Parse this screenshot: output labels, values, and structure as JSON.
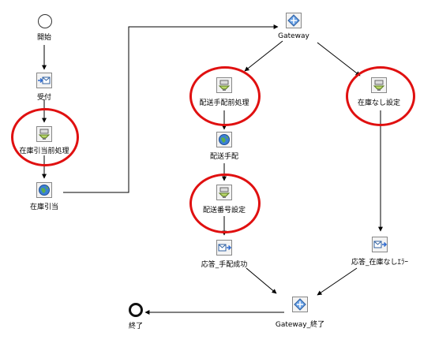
{
  "nodes": {
    "start": "開始",
    "receive": "受付",
    "stock_alloc_pre": "在庫引当前処理",
    "stock_alloc": "在庫引当",
    "gateway": "Gateway",
    "ship_pre": "配送手配前処理",
    "ship_arrange": "配送手配",
    "ship_number_set": "配送番号設定",
    "resp_ship_ok": "応答_手配成功",
    "no_stock_set": "在庫なし設定",
    "resp_no_stock_err": "応答_在庫なしｴﾗｰ",
    "gateway_end": "Gateway_終了",
    "end": "終了"
  },
  "colors": {
    "highlight": "#e01010",
    "edge": "#000000"
  }
}
